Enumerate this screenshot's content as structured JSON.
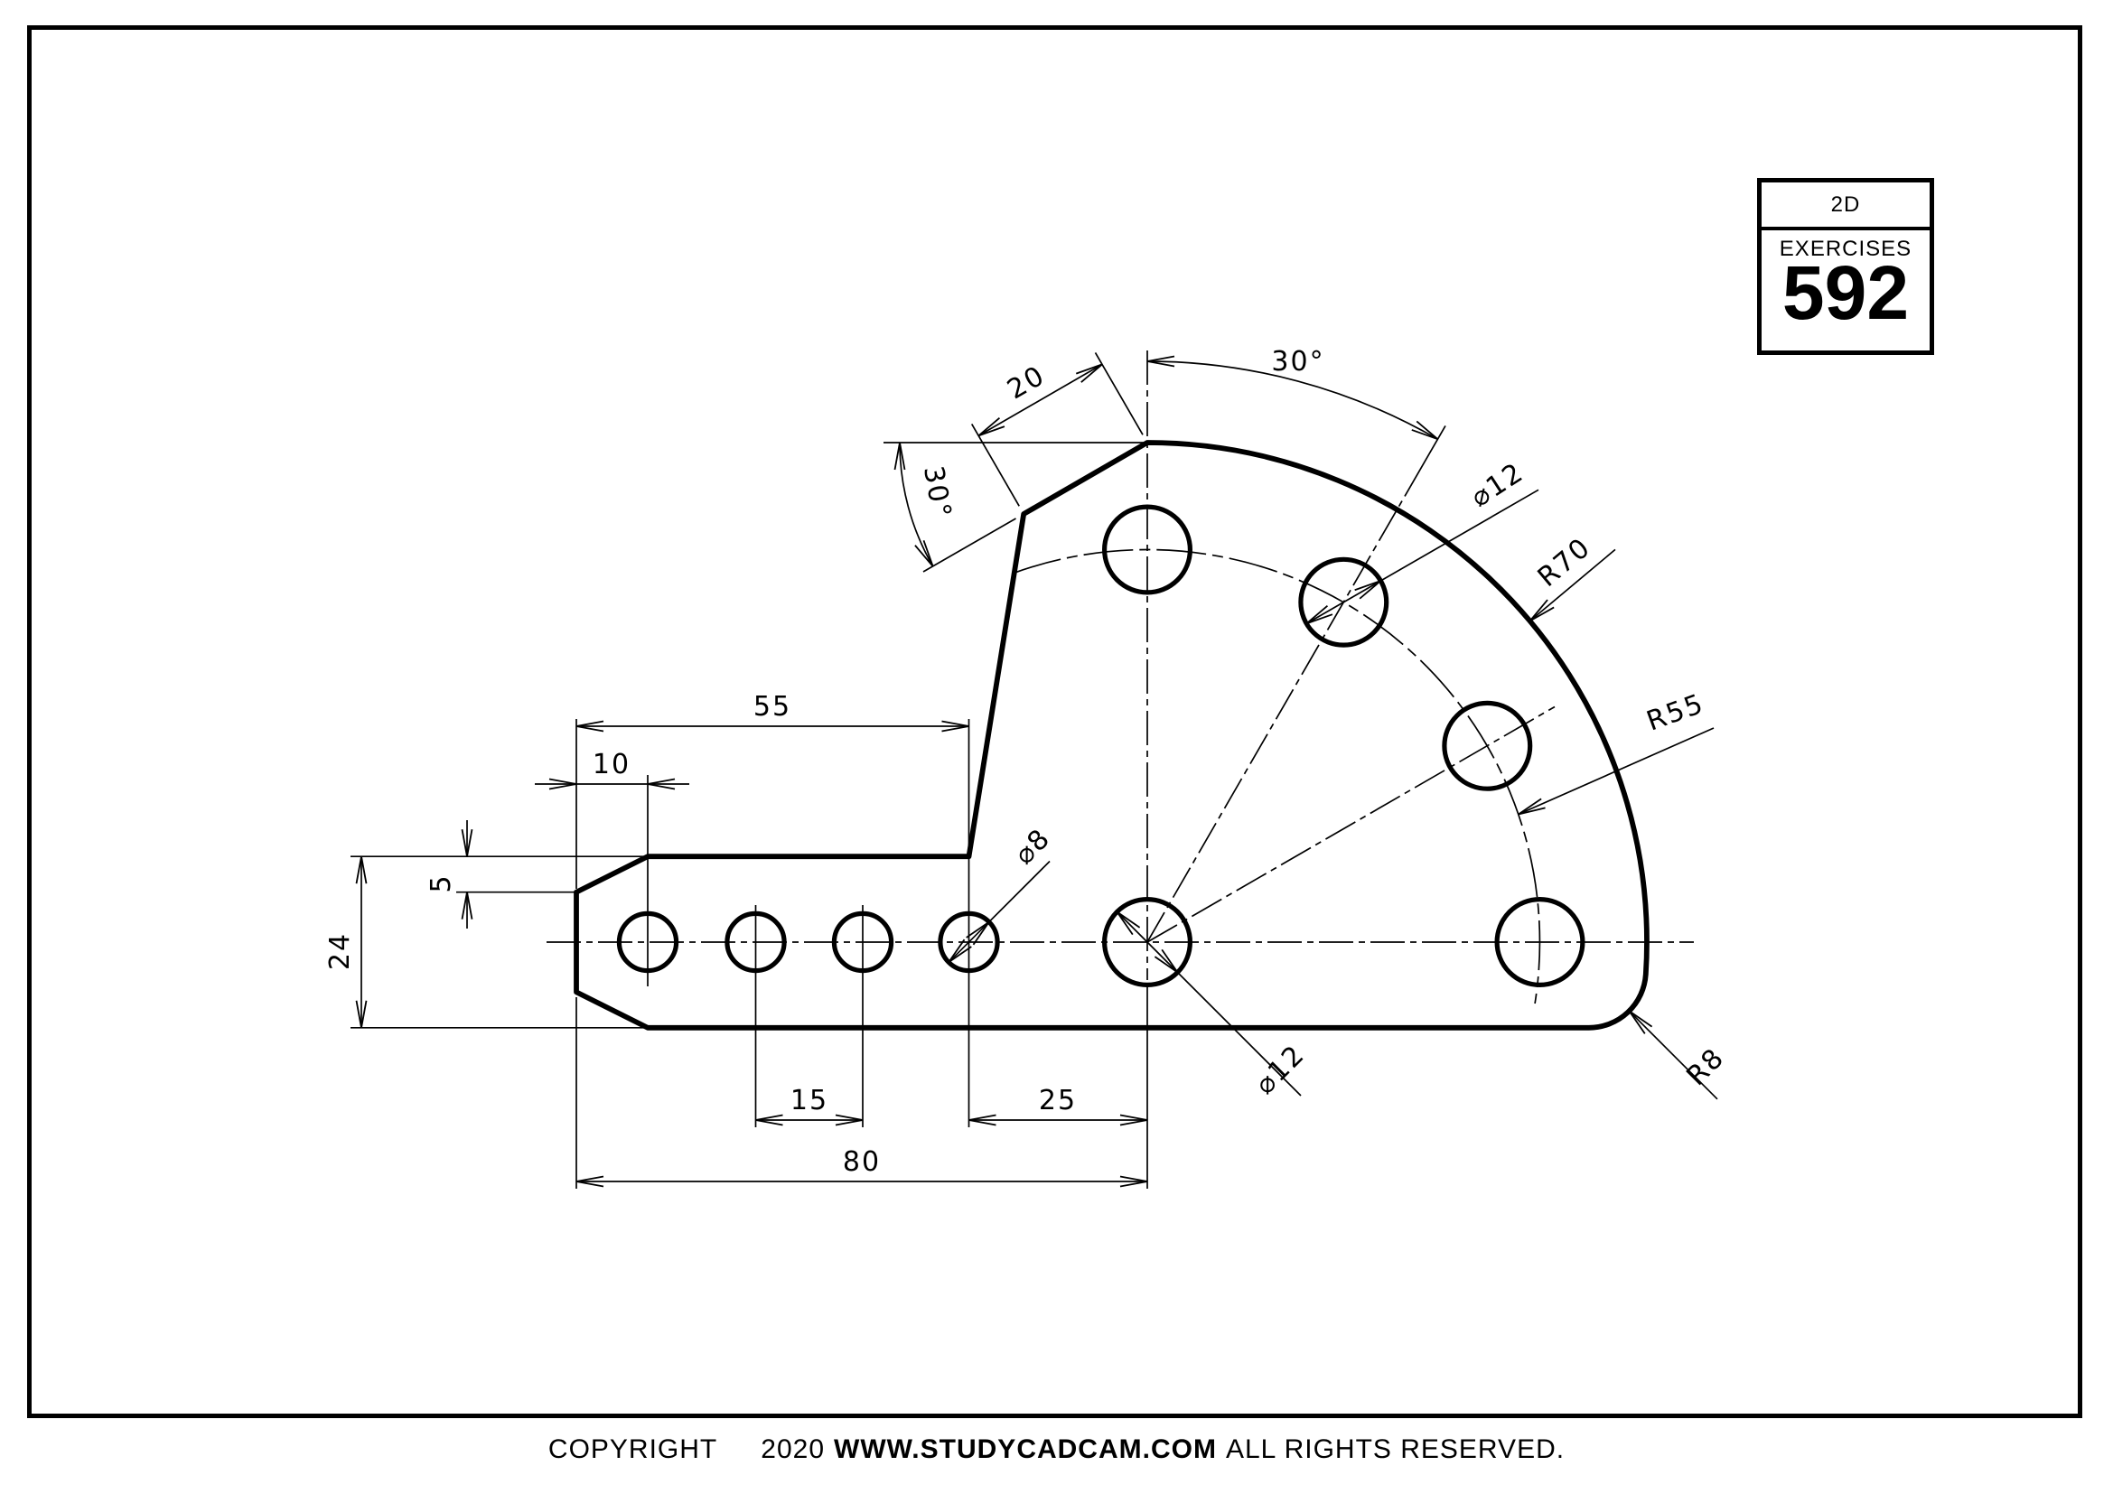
{
  "page": {
    "background": "#ffffff",
    "line_color": "#000000"
  },
  "title_block": {
    "header": "2D EXERCISES",
    "number": "592"
  },
  "drawing": {
    "dim_55": "55",
    "dim_10": "10",
    "dim_5": "5",
    "dim_24": "24",
    "dim_15": "15",
    "dim_25": "25",
    "dim_80": "80",
    "dim_20": "20",
    "angle_top": "30°",
    "angle_left": "30°",
    "dia_bolt_hole": "⌀12",
    "dia_center_hole": "⌀12",
    "dia_small_hole": "⌀8",
    "radius_outer": "R70",
    "radius_bolt_circle": "R55",
    "radius_fillet": "R8"
  },
  "footer": {
    "copyright_label": "COPYRIGHT",
    "year": "2020",
    "website": "WWW.STUDYCADCAM.COM",
    "rights": "ALL RIGHTS RESERVED."
  }
}
